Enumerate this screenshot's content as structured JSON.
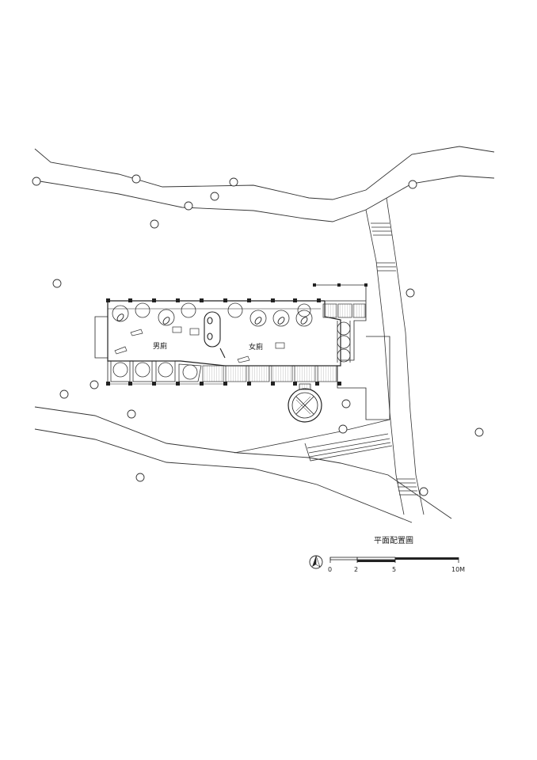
{
  "drawing": {
    "title": "平面配置圖",
    "rooms": {
      "mens": "男廁",
      "womens": "女廁"
    }
  },
  "scale_bar": {
    "ticks": [
      "0",
      "2",
      "5",
      "10M"
    ]
  },
  "north_arrow": {
    "icon": "north-arrow-icon"
  },
  "colors": {
    "line": "#333333",
    "background": "#ffffff",
    "hatch": "#bbbbbb"
  }
}
